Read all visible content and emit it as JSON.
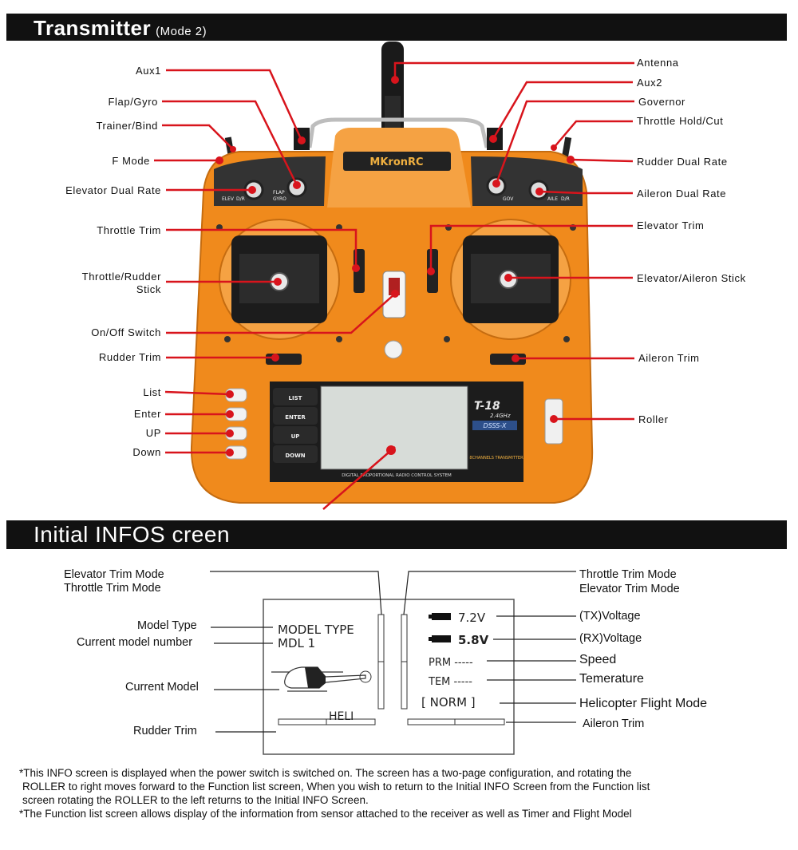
{
  "transmitter": {
    "title": "Transmitter",
    "subtitle": "(Mode 2)",
    "brand": "MKronRC",
    "model": "T-18",
    "band": "2.4GHz",
    "system": "DSSS-X",
    "channels": "8CHANNELS TRANSMITTER",
    "footer": "DIGITAL PROPORTIONAL RADIO CONTROL SYSTEM",
    "buttons": [
      "LIST",
      "ENTER",
      "UP",
      "DOWN"
    ],
    "panel_left": [
      "ELEV",
      "D/R",
      "FLAP",
      "GYRO"
    ],
    "panel_right": [
      "GOV",
      "AILE",
      "D/R"
    ],
    "left_labels": {
      "aux1": "Aux1",
      "flap_gyro": "Flap/Gyro",
      "trainer_bind": "Trainer/Bind",
      "f_mode": "F Mode",
      "elevator_dual_rate": "Elevator Dual Rate",
      "throttle_trim": "Throttle Trim",
      "throttle_rudder_stick_1": "Throttle/Rudder",
      "throttle_rudder_stick_2": "Stick",
      "on_off_switch": "On/Off Switch",
      "rudder_trim": "Rudder Trim",
      "list": "List",
      "enter": "Enter",
      "up": "UP",
      "down": "Down"
    },
    "right_labels": {
      "antenna": "Antenna",
      "aux2": "Aux2",
      "governor": "Governor",
      "throttle_hold_cut": "Throttle Hold/Cut",
      "rudder_dual_rate": "Rudder Dual Rate",
      "aileron_dual_rate": "Aileron Dual Rate",
      "elevator_trim": "Elevator Trim",
      "elevator_aileron_stick": "Elevator/Aileron Stick",
      "aileron_trim": "Aileron Trim",
      "roller": "Roller"
    }
  },
  "info_screen": {
    "title": "Initial INFOS creen",
    "left_labels": {
      "elevator_trim_mode": "Elevator Trim  Mode",
      "throttle_trim_mode": "Throttle Trim  Mode",
      "model_type": "Model Type",
      "current_model_number": "Current model number",
      "current_model": "Current Model",
      "rudder_trim": "Rudder Trim"
    },
    "right_labels": {
      "throttle_trim_mode": "Throttle Trim  Mode",
      "elevator_trim_mode": "Elevator Trim  Mode",
      "tx_voltage": "(TX)Voltage",
      "rx_voltage": "(RX)Voltage",
      "speed": "Speed",
      "temperature": "Temerature",
      "flight_mode": "Helicopter Flight Mode",
      "aileron_trim": "Aileron Trim"
    },
    "screen": {
      "model_type": "MODEL TYPE",
      "model_number": "MDL 1",
      "model_name": "HELI",
      "tx_voltage": "7.2V",
      "rx_voltage": "5.8V",
      "prm": "PRM -----",
      "tem": "TEM -----",
      "mode": "[ NORM ]"
    }
  },
  "notes": [
    "*This INFO screen is displayed when the power switch is switched on. The screen has a two-page configuration, and rotating the",
    "ROLLER to right moves forward to the Function list screen, When you wish to return to the Initial INFO Screen from the  Function list",
    "screen  rotating the ROLLER to the left returns to the Initial INFO Screen.",
    "*The Function list screen allows display of the information from sensor attached to the receiver as well as Timer and Flight Model"
  ],
  "colors": {
    "body": "#f08a1c",
    "leader": "#d8141c",
    "banner": "#111111"
  }
}
